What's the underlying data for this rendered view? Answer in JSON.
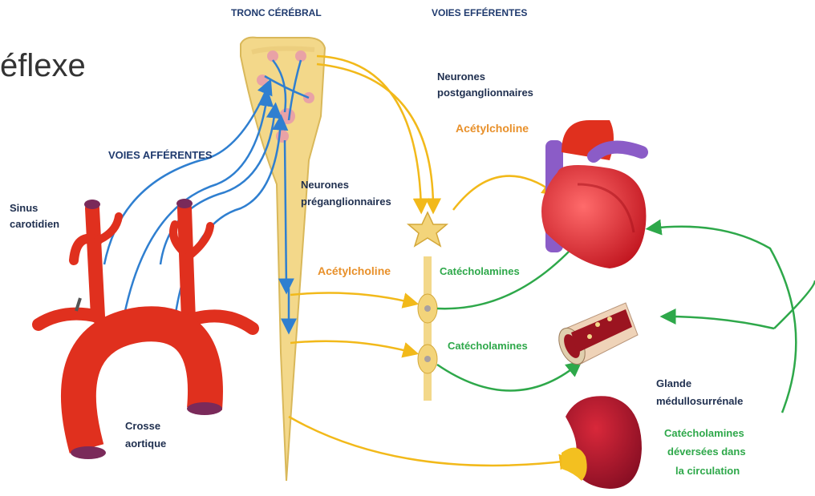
{
  "title_fragment": "éflexe",
  "labels": {
    "tronc_cerebral": "TRONC CÉRÉBRAL",
    "voies_efferentes": "VOIES EFFÉRENTES",
    "voies_afferentes": "VOIES AFFÉRENTES",
    "neurones_postganglionnaires_1": "Neurones",
    "neurones_postganglionnaires_2": "postganglionnaires",
    "acetylcholine_top": "Acétylcholine",
    "neurones_preganglionnaires_1": "Neurones",
    "neurones_preganglionnaires_2": "préganglionnaires",
    "sinus_carotidien_1": "Sinus",
    "sinus_carotidien_2": "carotidien",
    "acetylcholine_mid": "Acétylcholine",
    "catecholamines_1": "Catécholamines",
    "catecholamines_2": "Catécholamines",
    "crosse_aortique_1": "Crosse",
    "crosse_aortique_2": "aortique",
    "glande_1": "Glande",
    "glande_2": "médullosurrénale",
    "catecholamines_circ_1": "Catécholamines",
    "catecholamines_circ_2": "déversées dans",
    "catecholamines_circ_3": "la circulation"
  },
  "colors": {
    "afferent": "#2f7fd0",
    "efferent": "#f2b91a",
    "hormonal": "#2ea84a",
    "artery": "#e0301e",
    "brainstem": "#f3d88a"
  }
}
